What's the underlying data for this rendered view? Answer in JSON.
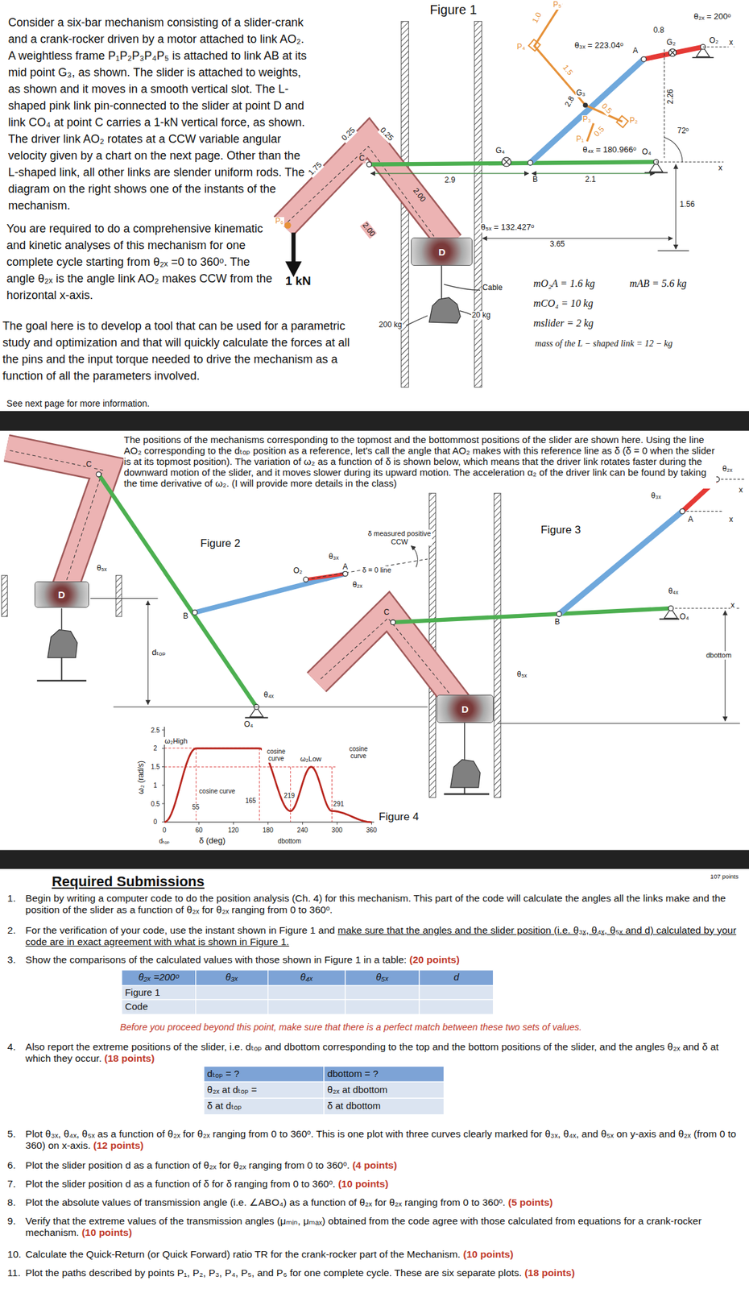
{
  "diagram": {
    "nodes": [
      {
        "text": [
          "D"
        ]
      },
      {
        "text": [
          "D"
        ]
      },
      {
        "text": [
          "D"
        ]
      }
    ],
    "labels": [
      "Consider a six-bar mechanism consisting of a slider-crank and a crank-rocker driven by a motor attached to link AO₂. A weightless frame P₁P₂P₃P₄P₅ is attached to link AB at its mid point G₃, as shown. The slider is attached to weights, as shown and it moves in a smooth vertical slot. The L-shaped pink link pin-connected to the slider at point D and link CO₄ at point C carries a 1-kN vertical force, as shown. The driver link AO₂ rotates at a CCW variable angular velocity given by a chart on the next page. Other than the L-shaped link, all other links are slender uniform rods. The diagram on the right shows one of the instants of the mechanism.",
      "You are required to do a comprehensive kinematic and kinetic analyses of this mechanism for one complete cycle starting from θ₂ₓ =0 to 360ᵒ. The angle θ₂ₓ is the angle link AO₂ makes CCW from the horizontal x-axis.",
      "1 kN",
      "The goal here is to develop a tool that can be used for a parametric study and optimization and that will quickly calculate the forces at all the pins and the input torque needed to drive the mechanism as a function of all the parameters involved.",
      "See next page for more information.",
      "Figure 1",
      "1.0",
      "P₅",
      "P₄",
      "1.5",
      "θ₃ₓ = 223.04ᵒ",
      "0.8",
      "θ₂ₓ = 200ᵒ",
      "x",
      "A",
      "G₂",
      "O₂",
      "2.26",
      "2.8",
      "G₃",
      "0.5",
      "P₃",
      "P₂",
      "0.5",
      "P₁",
      "θ₄ₓ = 180.966ᵒ",
      "72ᵒ",
      "O₄",
      "x",
      "G₄",
      "B",
      "2.1",
      "2.9",
      "1.56",
      "3.65",
      "θ₅ₓ = 132.427ᵒ",
      "0.25",
      "0.25",
      "C",
      "1.75",
      "2.00",
      "2.00",
      "P₆",
      "Cable",
      "20 kg",
      "200 kg",
      "mO₂A = 1.6 kg",
      "mAB = 5.6 kg",
      "mCO₄ = 10 kg",
      "mslider = 2 kg",
      "mass of the L − shaped link = 12 − kg",
      "The positions of the mechanisms corresponding to the topmost and the bottommost positions of the slider are shown here. Using the line AO₂ corresponding to the dₜₒₚ position as a reference, let's call the angle that AO₂ makes with this reference line as δ (δ = 0 when the slider is at its topmost position). The variation of ω₂ as a function of δ is shown below, which means that the driver link rotates faster during the downward motion of the slider, and it moves slower during its upward motion. The acceleration α₂ of the driver link can be found by taking the time derivative of ω₂. (I will provide more details in the class)",
      "Figure 2",
      "C",
      "θ₅ₓ",
      "θ₃ₓ",
      "O₂",
      "A",
      "θ₂ₓ",
      "δ measured positive CCW",
      "δ = 0 line",
      "B",
      "dₜₒₚ",
      "θ₄ₓ",
      "O₄",
      "Figure 3",
      "θ₂ₓ",
      "θ₃ₓ",
      "x",
      "A",
      "x",
      "θ₄ₓ",
      "x",
      "B",
      "O₄",
      "C",
      "θ₅ₓ",
      "dbottom",
      "Figure 4",
      "ω₂ (rad/s)",
      "2.5",
      "2",
      "1.5",
      "1",
      "0.5",
      "0",
      "0",
      "60",
      "120",
      "180",
      "240",
      "300",
      "360",
      "δ (deg)",
      "dₜₒₚ",
      "dbottom",
      "ω₂High",
      "ω₂Low",
      "cosine curve",
      "cosine curve",
      "cosine curve",
      "55",
      "165",
      "219",
      "291",
      "Required Submissions",
      "107 points",
      "1.",
      "Begin by writing a computer code to do the position analysis (Ch. 4) for this mechanism. This part of the code will calculate the angles all the links make and the position of the slider as a function of θ₂ₓ for θ₂ₓ ranging from 0 to 360ᵒ.",
      "2.",
      "For the verification of your code, use the instant shown in Figure 1 and",
      "make sure that the angles and the slider position (i.e. θ₃ₓ, θ₄ₓ, θ₅ₓ and d) calculated by your code are in exact agreement with what is shown in Figure 1.",
      "3.",
      "Show the comparisons of the calculated values with those shown in Figure 1 in a table:",
      "(20 points)",
      "θ₂ₓ =200ᵒ",
      "θ₃ₓ",
      "θ₄ₓ",
      "θ₅ₓ",
      "d",
      "Figure 1",
      "Code",
      "Before you proceed beyond this point, make sure that there is a perfect match between these two sets of values.",
      "4.",
      "Also report the extreme positions of the slider, i.e. dₜₒₚ and dbottom corresponding to the top and the bottom positions of the slider, and the angles θ₂ₓ and δ at which they occur.",
      "(18 points)",
      "dₜₒₚ = ?",
      "dbottom = ?",
      "θ₂ₓ at dₜₒₚ =",
      "θ₂ₓ at dbottom",
      "δ at dₜₒₚ",
      "δ at dbottom",
      "5.",
      "Plot θ₃ₓ, θ₄ₓ, θ₅ₓ as a function of θ₂ₓ for θ₂ₓ ranging from 0 to 360ᵒ. This is one plot with three curves clearly marked for θ₃ₓ, θ₄ₓ, and θ₅ₓ on y-axis and θ₂ₓ (from 0 to 360) on x-axis.",
      "(12 points)",
      "6.",
      "Plot the slider position d as a function of θ₂ₓ for θ₂ₓ ranging from 0 to 360ᵒ.",
      "(4 points)",
      "7.",
      "Plot the slider position d as a function of δ for δ ranging from 0 to 360ᵒ.",
      "(10 points)",
      "8.",
      "Plot the absolute values of transmission angle (i.e. ∠ABO₄) as a function of θ₂ₓ for θ₂ₓ ranging from 0 to 360ᵒ.",
      "(5 points)",
      "9.",
      "Verify that the extreme values of the transmission angles (μₘᵢₙ, μₘₐₓ) obtained from the code agree with those calculated from equations for a crank-rocker mechanism.",
      "(10 points)",
      "10.",
      "Calculate the Quick-Return (or Quick Forward) ratio TR for the crank-rocker part of the Mechanism.",
      "(10 points)",
      "11.",
      "Plot the paths described by points P₁, P₂, P₃, P₄, P₅, and P₆ for one complete cycle. These are six separate plots.",
      "(18 points)"
    ]
  }
}
